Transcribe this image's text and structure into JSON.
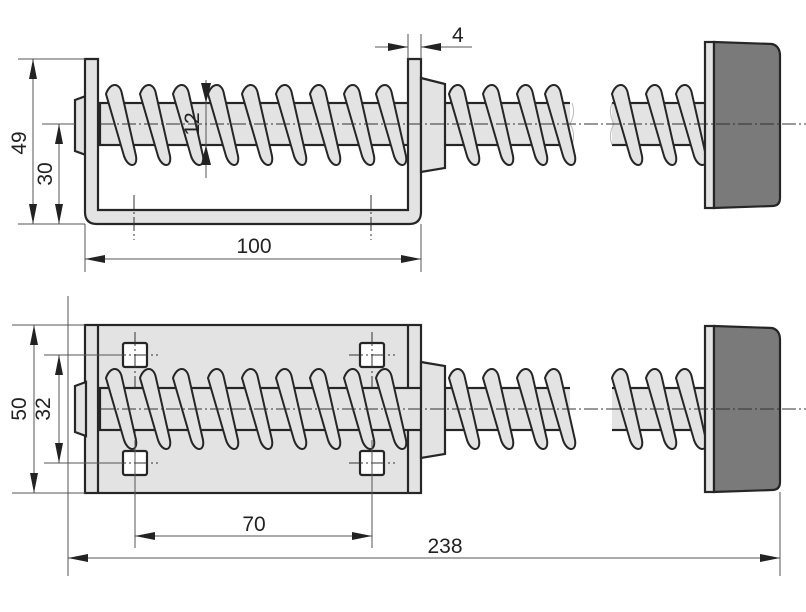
{
  "drawing": {
    "title": "Spring buffer technical drawing",
    "colors": {
      "part_fill": "#e3e3e3",
      "pad_fill": "#7a7a7a",
      "line": "#262626",
      "dim_line": "#555555"
    },
    "top_view": {
      "dimensions": {
        "height_overall": "49",
        "height_axis": "30",
        "spring_diameter": "12",
        "plate_thickness": "4",
        "bracket_length": "100"
      }
    },
    "bottom_view": {
      "dimensions": {
        "plate_height": "50",
        "hole_spacing_vertical": "32",
        "hole_spacing_horizontal": "70",
        "overall_length": "238"
      }
    }
  }
}
